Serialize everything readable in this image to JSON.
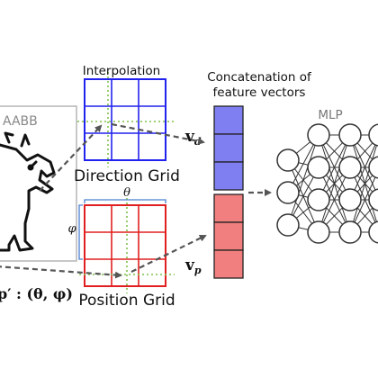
{
  "labels": {
    "aabb": "AABB",
    "interpolation": "Interpolation",
    "concat_line1": "Concatenation of",
    "concat_line2": "feature vectors",
    "mlp": "MLP",
    "direction_grid": "Direction Grid",
    "position_grid": "Position Grid",
    "theta": "θ",
    "phi": "φ",
    "vd_main": "v",
    "vd_sub": "d",
    "vp_main": "v",
    "vp_sub": "p",
    "point": "p′ : (θ, φ)"
  },
  "colors": {
    "direction": "#2222ee",
    "position": "#e02020",
    "vd_fill": "#7f7ff2",
    "vp_fill": "#f27f7f",
    "guide": "#7fc24a",
    "arrow": "#555555",
    "aabb_border": "#b5b5b5",
    "node": "#333333"
  },
  "mlp_layers": [
    3,
    4,
    4,
    4
  ]
}
